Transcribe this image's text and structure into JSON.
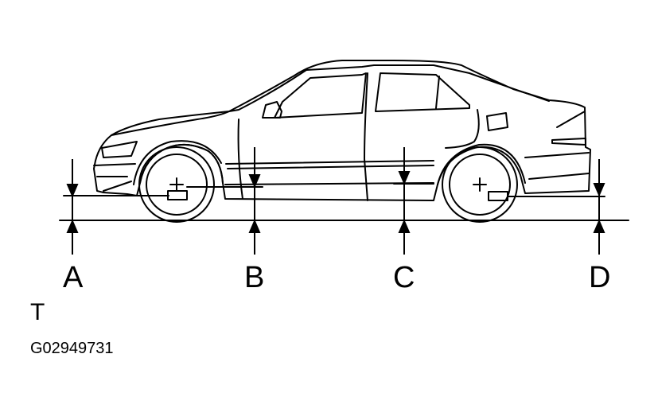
{
  "labels": {
    "point_a": "A",
    "point_b": "B",
    "point_c": "C",
    "point_d": "D",
    "marker_t": "T",
    "figure_code": "G02949731"
  },
  "colors": {
    "line": "#000000",
    "background": "#ffffff"
  }
}
